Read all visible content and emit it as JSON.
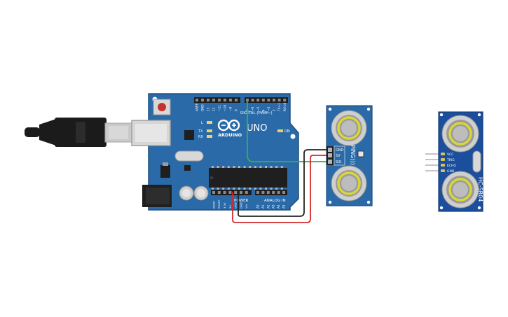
{
  "arduino": {
    "brand": "ARDUINO",
    "model": "UNO",
    "digital_header_label": "DIGITAL (PWM~)",
    "power_header_label": "POWER",
    "analog_header_label": "ANALOG IN",
    "led_labels": {
      "l": "L",
      "tx": "TX",
      "rx": "RX",
      "on": "ON"
    },
    "top_pin_labels": [
      "AREF",
      "GND",
      "13",
      "12",
      "~11",
      "~10",
      "~9",
      "8",
      "7",
      "~6",
      "~5",
      "4",
      "~3",
      "2",
      "TX>1",
      "RX<0"
    ],
    "power_pin_labels": [
      "IOREF",
      "RESET",
      "3.3V",
      "5V",
      "GND",
      "GND",
      "Vin"
    ],
    "analog_pin_labels": [
      "A0",
      "A1",
      "A2",
      "A3",
      "A4",
      "A5"
    ]
  },
  "ping_sensor": {
    "name": "PING)))",
    "pin_labels": [
      "GND",
      "5V",
      "SIG"
    ]
  },
  "hcsr04_sensor": {
    "name": "HC-SR04",
    "pin_labels": [
      "VCC",
      "TRIG",
      "ECHO",
      "GND"
    ]
  },
  "wires": [
    {
      "from": "arduino.digital.7",
      "to": "ping.SIG",
      "color": "#2fb34a"
    },
    {
      "from": "arduino.GND",
      "to": "ping.GND",
      "color": "#222222"
    },
    {
      "from": "arduino.5V",
      "to": "ping.5V",
      "color": "#d42a2a"
    }
  ],
  "colors": {
    "board": "#2a6aa8",
    "board_dark": "#1e4e7e",
    "header": "#1f1f1f",
    "usb_plug": "#1b1b1b",
    "usb_metal": "#c9c9c9",
    "transducer_ring": "#d6d63a"
  }
}
